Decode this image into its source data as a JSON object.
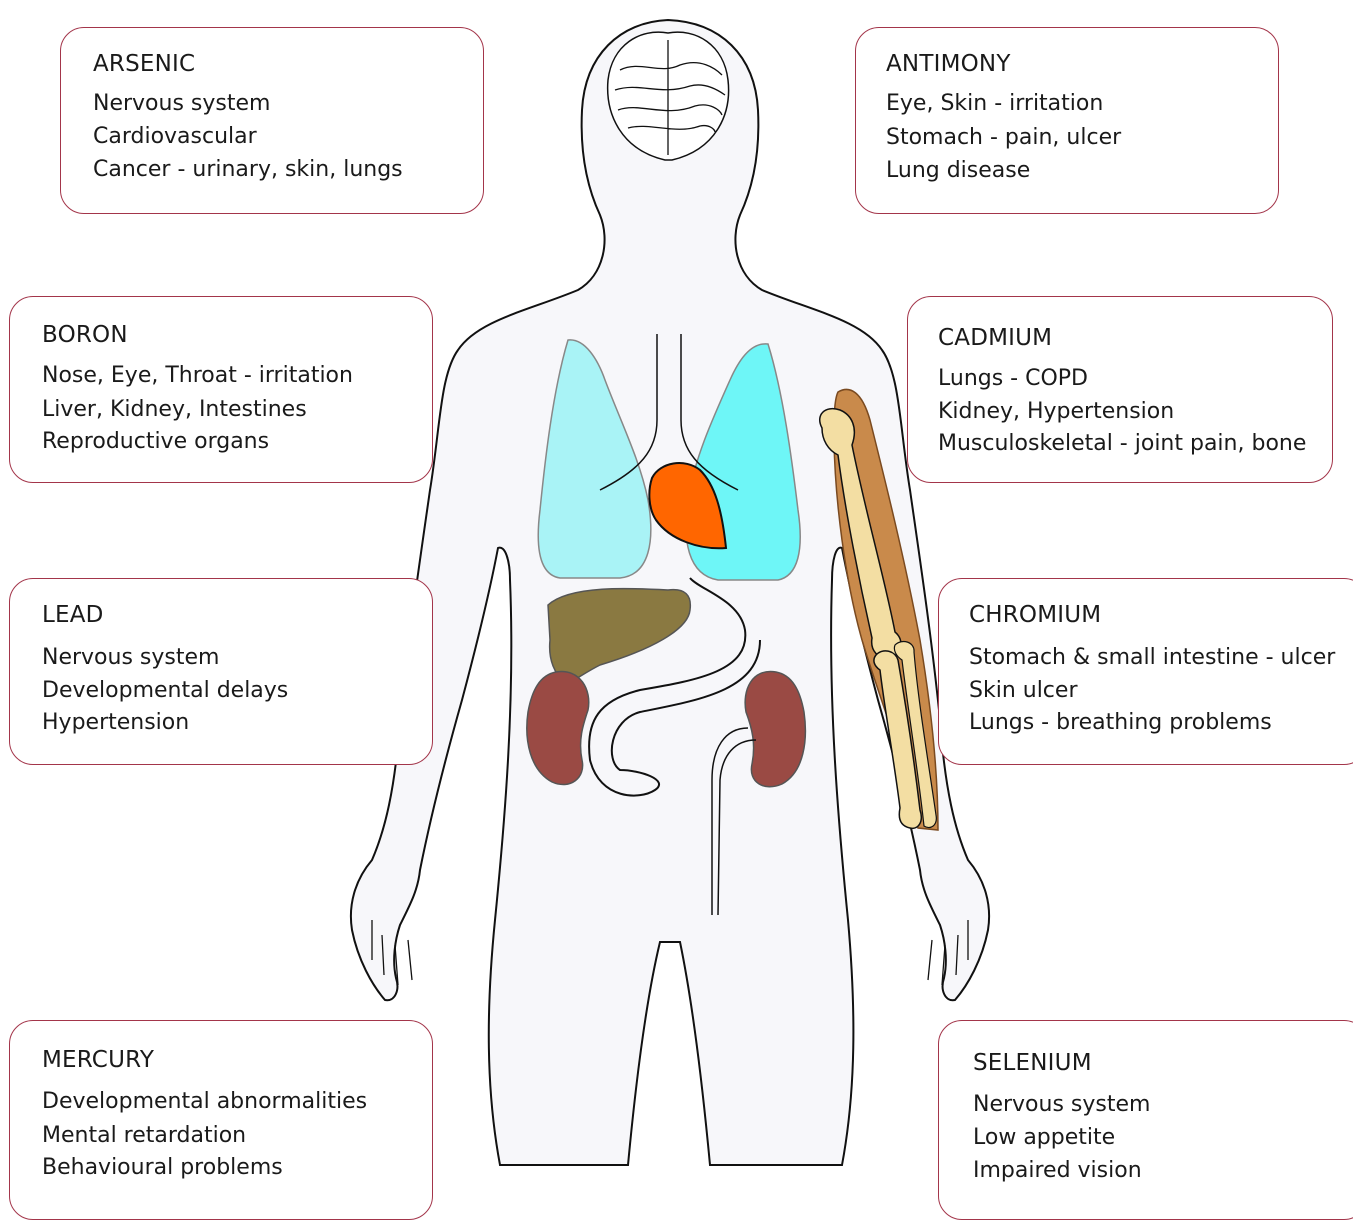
{
  "boxes": {
    "arsenic": {
      "title": "ARSENIC",
      "lines": [
        "Nervous system",
        "Cardiovascular",
        "Cancer - urinary, skin, lungs"
      ]
    },
    "antimony": {
      "title": "ANTIMONY",
      "lines": [
        "Eye, Skin - irritation",
        "Stomach - pain, ulcer",
        "Lung disease"
      ]
    },
    "boron": {
      "title": "BORON",
      "lines": [
        "Nose, Eye, Throat - irritation",
        "Liver, Kidney, Intestines",
        "Reproductive organs"
      ]
    },
    "cadmium": {
      "title": "CADMIUM",
      "lines": [
        "Lungs - COPD",
        "Kidney, Hypertension",
        "Musculoskeletal - joint pain, bone"
      ]
    },
    "lead": {
      "title": "LEAD",
      "lines": [
        "Nervous system",
        "Developmental delays",
        "Hypertension"
      ]
    },
    "chromium": {
      "title": "CHROMIUM",
      "lines": [
        "Stomach & small intestine - ulcer",
        "Skin ulcer",
        "Lungs - breathing problems"
      ]
    },
    "mercury": {
      "title": "MERCURY",
      "lines": [
        "Developmental abnormalities",
        "Mental retardation",
        "Behavioural problems"
      ]
    },
    "selenium": {
      "title": "SELENIUM",
      "lines": [
        "Nervous system",
        "Low appetite",
        "Impaired vision"
      ]
    }
  },
  "colors": {
    "box_border": "#a3354a",
    "body_fill": "#f7f7fa",
    "lung_left": "#a9f3f6",
    "lung_right": "#6ef6f7",
    "heart": "#ff6600",
    "liver": "#7d6a2c",
    "kidney": "#9a4a44",
    "muscle": "#c98a4b",
    "bone": "#f3dea3"
  }
}
